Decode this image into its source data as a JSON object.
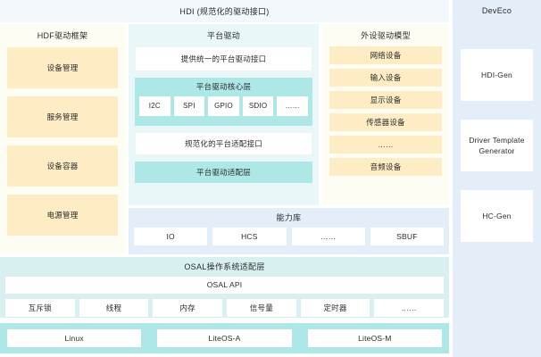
{
  "diagram": {
    "hdi_bar": {
      "label": "HDI (规范化的驱动接口)"
    },
    "hdf_framework": {
      "title": "HDF驱动框架",
      "items": [
        {
          "label": "设备管理"
        },
        {
          "label": "服务管理"
        },
        {
          "label": "设备容器"
        },
        {
          "label": "电源管理"
        }
      ]
    },
    "platform_driver": {
      "title": "平台驱动",
      "unified_interface": "提供统一的平台驱动接口",
      "core_layer": {
        "title": "平台驱动核心层",
        "items": [
          {
            "label": "I2C"
          },
          {
            "label": "SPI"
          },
          {
            "label": "GPIO"
          },
          {
            "label": "SDIO"
          },
          {
            "label": "……"
          }
        ]
      },
      "adapt_interface": "规范化的平台适配接口",
      "adapt_layer": "平台驱动适配层"
    },
    "peripheral_model": {
      "title": "外设驱动模型",
      "items": [
        {
          "label": "网络设备"
        },
        {
          "label": "输入设备"
        },
        {
          "label": "显示设备"
        },
        {
          "label": "传感器设备"
        },
        {
          "label": "……"
        },
        {
          "label": "音频设备"
        }
      ]
    },
    "capability_library": {
      "title": "能力库",
      "items": [
        {
          "label": "IO"
        },
        {
          "label": "HCS"
        },
        {
          "label": "……"
        },
        {
          "label": "SBUF"
        }
      ]
    },
    "osal": {
      "title": "OSAL操作系统适配层",
      "api_label": "OSAL API",
      "items": [
        {
          "label": "互斥锁"
        },
        {
          "label": "线程"
        },
        {
          "label": "内存"
        },
        {
          "label": "信号量"
        },
        {
          "label": "定时器"
        },
        {
          "label": "……"
        }
      ]
    },
    "operating_systems": {
      "items": [
        {
          "label": "Linux"
        },
        {
          "label": "LiteOS-A"
        },
        {
          "label": "LiteOS-M"
        }
      ]
    },
    "deveco": {
      "title": "DevEco",
      "items": [
        {
          "label": "HDI-Gen"
        },
        {
          "label": "Driver Template Generator"
        },
        {
          "label": "HC-Gen"
        }
      ]
    },
    "colors": {
      "cream_box": "#fdecc4",
      "cream_panel": "#fefdf4",
      "teal_box": "#ade7e6",
      "teal_panel": "#e9f7f9",
      "osal_panel": "#d9f0f1",
      "blue_panel": "#e3eef9",
      "deveco_panel": "#e4eef8",
      "hdi_bar": "#f2f8fb",
      "white": "#ffffff",
      "text": "#2b2b2b"
    }
  }
}
